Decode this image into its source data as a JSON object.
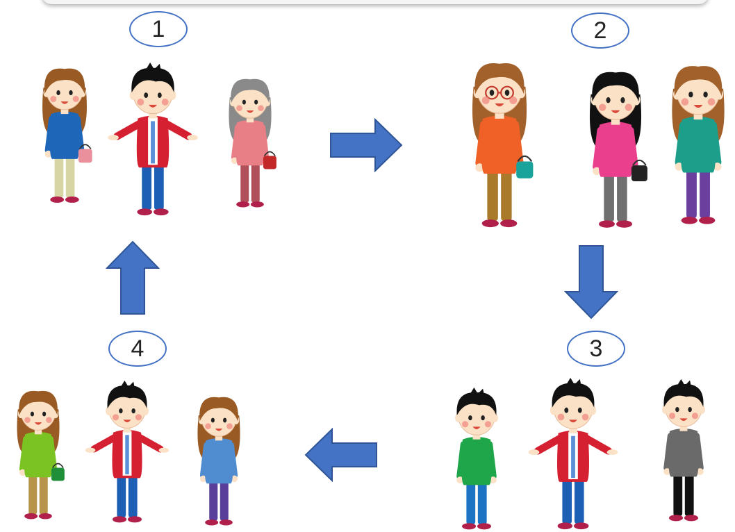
{
  "steps": [
    {
      "label": "1"
    },
    {
      "label": "2"
    },
    {
      "label": "3"
    },
    {
      "label": "4"
    }
  ],
  "colors": {
    "arrow_fill": "#4472c4",
    "arrow_stroke": "#2f5597",
    "circle_stroke": "#4472c4"
  },
  "groups": [
    {
      "people": [
        {
          "role": "woman-shopper",
          "shirt": "#1e66b8",
          "pants": "#d8d5a4",
          "hair": "#9a5a24",
          "bag": "#ea8f9c"
        },
        {
          "role": "host-man",
          "shirt": "#d42030",
          "pants": "#1c5fb4",
          "hair": "#111111"
        },
        {
          "role": "elderly-woman",
          "shirt": "#e87f86",
          "pants": "#b0505a",
          "hair": "#8a8a8a",
          "bag": "#c22828"
        }
      ]
    },
    {
      "people": [
        {
          "role": "woman-with-glasses",
          "shirt": "#ef6126",
          "pants": "#a87a2a",
          "hair": "#a2602a",
          "bag": "#1aa39a"
        },
        {
          "role": "woman-black-hair",
          "shirt": "#ea3f8d",
          "pants": "#707070",
          "hair": "#111111",
          "bag": "#222222"
        },
        {
          "role": "woman-long-hair",
          "shirt": "#1c9e8a",
          "pants": "#6a3f9e",
          "hair": "#a2602a"
        }
      ]
    },
    {
      "people": [
        {
          "role": "boy-green-shirt",
          "shirt": "#1fa64a",
          "pants": "#1c73c4",
          "hair": "#111111"
        },
        {
          "role": "host-man",
          "shirt": "#d42030",
          "pants": "#1c5fb4",
          "hair": "#111111"
        },
        {
          "role": "man-gray-shirt",
          "shirt": "#6a6a6a",
          "pants": "#111111",
          "hair": "#111111"
        }
      ]
    },
    {
      "people": [
        {
          "role": "woman-green-shirt",
          "shirt": "#7bc322",
          "pants": "#b8934a",
          "hair": "#9a5a24",
          "bag": "#1f8f3a"
        },
        {
          "role": "host-man",
          "shirt": "#d42030",
          "pants": "#1c5fb4",
          "hair": "#111111"
        },
        {
          "role": "woman-blue-shirt",
          "shirt": "#4f8dd0",
          "pants": "#5a3f9a",
          "hair": "#9a5a24"
        }
      ]
    }
  ]
}
